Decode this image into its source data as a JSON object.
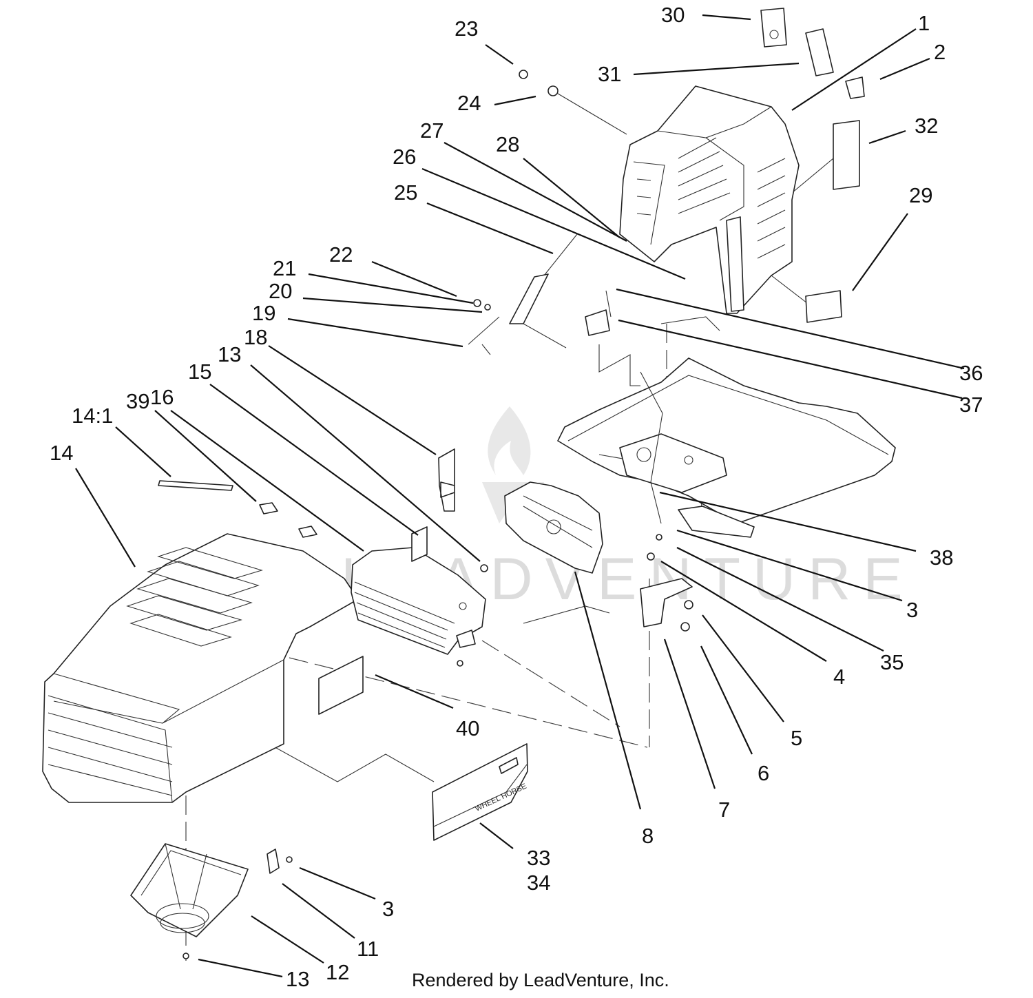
{
  "diagram": {
    "labels": [
      "30",
      "1",
      "2",
      "23",
      "31",
      "24",
      "27",
      "32",
      "28",
      "26",
      "25",
      "29",
      "22",
      "21",
      "20",
      "19",
      "36",
      "18",
      "13",
      "37",
      "15",
      "39",
      "16",
      "14:1",
      "14",
      "38",
      "3",
      "35",
      "4",
      "40",
      "5",
      "6",
      "7",
      "8",
      "33",
      "34",
      "3",
      "11",
      "12",
      "13"
    ],
    "credit": "Rendered by LeadVenture, Inc.",
    "watermark": "LEADVENTURE",
    "sticker_text": "WHEEL HORSE"
  }
}
